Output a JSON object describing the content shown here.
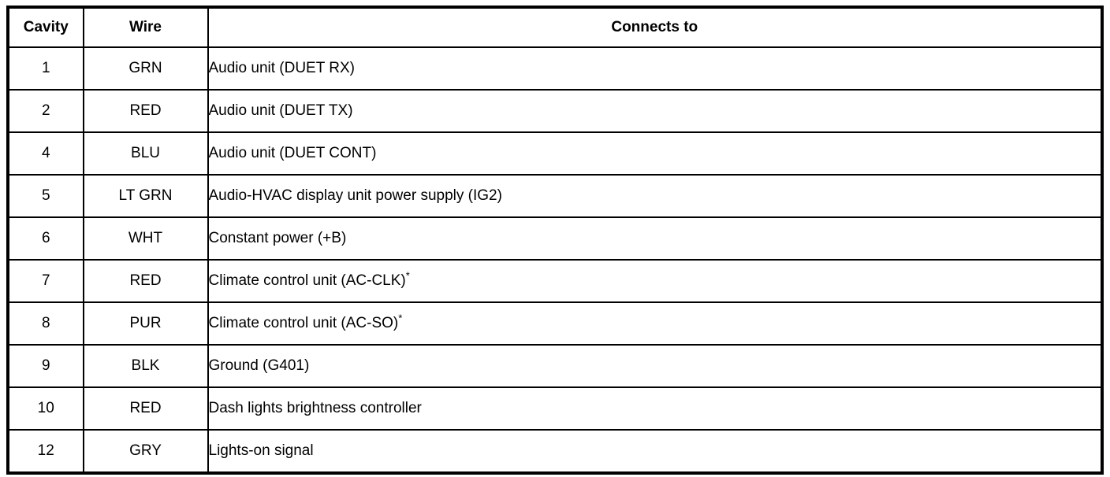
{
  "table": {
    "headers": [
      "Cavity",
      "Wire",
      "Connects to"
    ],
    "rows": [
      {
        "cavity": "1",
        "wire": "GRN",
        "connects": "Audio unit (DUET RX)",
        "note": ""
      },
      {
        "cavity": "2",
        "wire": "RED",
        "connects": "Audio unit (DUET TX)",
        "note": ""
      },
      {
        "cavity": "4",
        "wire": "BLU",
        "connects": "Audio unit (DUET CONT)",
        "note": ""
      },
      {
        "cavity": "5",
        "wire": "LT GRN",
        "connects": "Audio-HVAC display unit power supply (IG2)",
        "note": ""
      },
      {
        "cavity": "6",
        "wire": "WHT",
        "connects": "Constant power (+B)",
        "note": ""
      },
      {
        "cavity": "7",
        "wire": "RED",
        "connects": "Climate control unit (AC-CLK)",
        "note": "*"
      },
      {
        "cavity": "8",
        "wire": "PUR",
        "connects": "Climate control unit (AC-SO)",
        "note": "*"
      },
      {
        "cavity": "9",
        "wire": "BLK",
        "connects": "Ground (G401)",
        "note": ""
      },
      {
        "cavity": "10",
        "wire": "RED",
        "connects": "Dash lights brightness controller",
        "note": ""
      },
      {
        "cavity": "12",
        "wire": "GRY",
        "connects": "Lights-on signal",
        "note": ""
      }
    ],
    "colors": {
      "border": "#000000",
      "text": "#000000",
      "background": "#ffffff"
    }
  }
}
